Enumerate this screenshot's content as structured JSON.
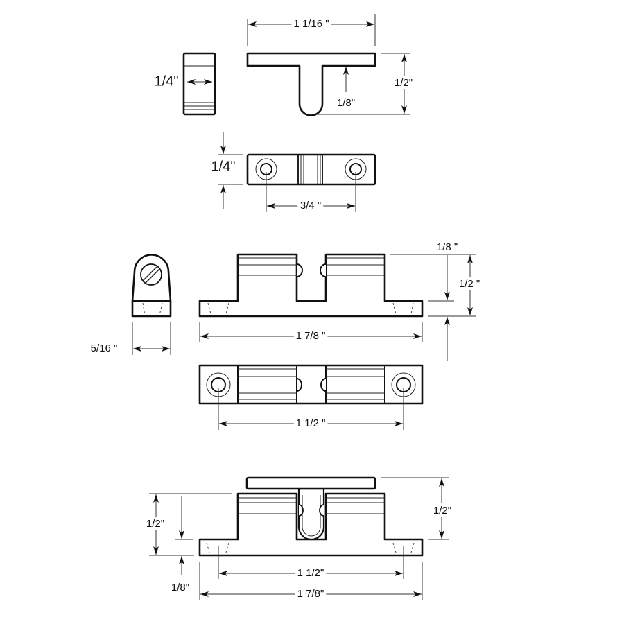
{
  "strike": {
    "width_label": "1  1/16 \"",
    "height_label": "1/2\"",
    "stem_label": "1/8\"",
    "end_thickness_label": "1/4\"",
    "top_thickness_label": "1/4\"",
    "hole_spacing_label": "3/4 \""
  },
  "catch": {
    "end_width_label": "5/16 \"",
    "length_label": "1 7/8 \"",
    "base_label": "1/8 \"",
    "height_label": "1/2 \"",
    "hole_spacing_label": "1 1/2 \""
  },
  "assembly": {
    "catch_height_label": "1/2\"",
    "base_label": "1/8\"",
    "strike_height_label": "1/2\"",
    "hole_spacing_label": "1 1/2\"",
    "length_label": "1 7/8\""
  },
  "colors": {
    "line": "#111111",
    "background": "#ffffff"
  }
}
